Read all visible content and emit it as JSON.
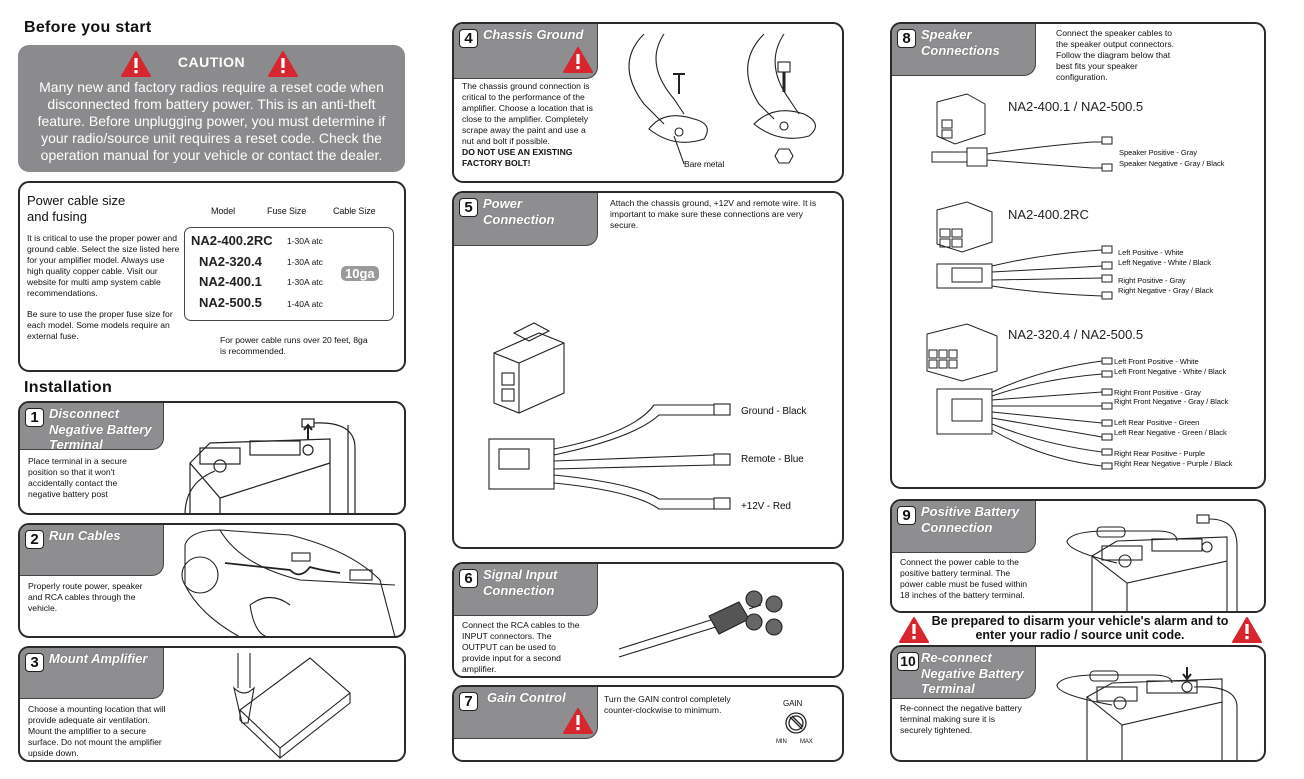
{
  "before": {
    "heading": "Before you start",
    "caution_title": "CAUTION",
    "caution_text": "Many new and factory radios require a reset code when disconnected from battery power. This is an anti-theft feature. Before unplugging power, you must determine if your radio/source unit requires a reset code. Check the operation manual for your vehicle or contact the dealer."
  },
  "power_cable": {
    "title_line1": "Power cable size",
    "title_line2": "and fusing",
    "text1": "It is critical to use the proper power and ground cable. Select the size listed here for your amplifier model. Always use high quality copper cable. Visit our website for multi amp system cable recommendations.",
    "text2": "Be sure to use the proper fuse size for each model. Some models require an external fuse.",
    "columns": [
      "Model",
      "Fuse Size",
      "Cable Size"
    ],
    "rows": [
      {
        "model": "NA2-400.2RC",
        "fuse": "1-30A atc"
      },
      {
        "model": "NA2-320.4",
        "fuse": "1-30A atc"
      },
      {
        "model": "NA2-400.1",
        "fuse": "1-30A atc"
      },
      {
        "model": "NA2-500.5",
        "fuse": "1-40A atc"
      }
    ],
    "cable_size": "10ga",
    "note": "For power cable runs over 20 feet, 8ga is recommended."
  },
  "installation_heading": "Installation",
  "steps": {
    "s1": {
      "num": "1",
      "title": "Disconnect Negative Battery Terminal",
      "text": "Place terminal in a secure position so that it won't accidentally contact the negative battery post"
    },
    "s2": {
      "num": "2",
      "title": "Run Cables",
      "text": "Properly route power, speaker and RCA cables through the vehicle."
    },
    "s3": {
      "num": "3",
      "title": "Mount Amplifier",
      "text": "Choose a mounting location that will provide adequate air ventilation. Mount the amplifier to a secure surface. Do not mount the amplifier upside down."
    },
    "s4": {
      "num": "4",
      "title": "Chassis Ground",
      "text": "The chassis ground connection is critical to the performance of the amplifier. Choose a location that is close to the amplifier. Completely scrape away the paint and use a nut and bolt if possible.",
      "warning": "DO NOT USE AN EXISTING FACTORY BOLT!",
      "callout": "Bare metal"
    },
    "s5": {
      "num": "5",
      "title": "Power Connection",
      "text": "Attach the chassis ground, +12V and remote wire. It is important to make sure these connections are very secure.",
      "wires": [
        "Ground - Black",
        "Remote - Blue",
        "+12V - Red"
      ]
    },
    "s6": {
      "num": "6",
      "title": "Signal Input Connection",
      "text": "Connect the RCA cables to the INPUT connectors. The OUTPUT can be used to provide input for a second amplifier."
    },
    "s7": {
      "num": "7",
      "title": "Gain Control",
      "text": "Turn the GAIN control completely counter-clockwise to minimum.",
      "knob_label": "GAIN",
      "min": "MIN",
      "max": "MAX"
    },
    "s8": {
      "num": "8",
      "title": "Speaker Connections",
      "text": "Connect the speaker cables to the speaker output connectors. Follow the diagram below that best fits your speaker configuration.",
      "groups": [
        {
          "model": "NA2-400.1 / NA2-500.5",
          "wires": [
            "Speaker Positive - Gray",
            "Speaker Negative - Gray / Black"
          ]
        },
        {
          "model": "NA2-400.2RC",
          "wires": [
            "Left Positive - White",
            "Left Negative - White / Black",
            "Right Positive - Gray",
            "Right Negative - Gray / Black"
          ]
        },
        {
          "model": "NA2-320.4 / NA2-500.5",
          "wires": [
            "Left Front Positive - White",
            "Left Front Negative - White / Black",
            "Right Front Positive - Gray",
            "Right Front Negative - Gray / Black",
            "Left Rear Positive - Green",
            "Left Rear Negative - Green / Black",
            "Right Rear Positive - Purple",
            "Right Rear Negative - Purple / Black"
          ]
        }
      ]
    },
    "s9": {
      "num": "9",
      "title": "Positive Battery Connection",
      "text": "Connect the power cable to the positive battery terminal. The power cable must be fused within 18 inches of the battery terminal."
    },
    "alarm_warning": "Be prepared to disarm your vehicle's alarm and to enter your radio / source unit code.",
    "s10": {
      "num": "10",
      "title": "Re-connect Negative Battery Terminal",
      "text": "Re-connect the negative battery terminal making sure it is securely tightened."
    }
  },
  "colors": {
    "tab_gray": "#8e8e90",
    "warning_red": "#d7262e",
    "border": "#2a2a2a"
  }
}
